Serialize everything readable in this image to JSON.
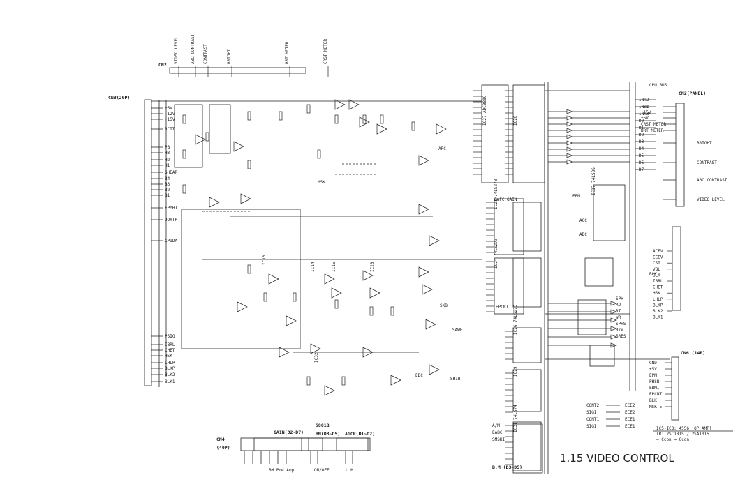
{
  "title": "1.15  VIDEO CONTROL",
  "connectors": {
    "cn3": "CN3(20P)",
    "cn2_top": "CN2",
    "cn2_panel": "CN2(PANEL)",
    "cn4_bottom": "CN4",
    "cn4_bottom_pins": "(40P)",
    "cn6": "CN6 (14P)",
    "cpu_bus": "CPU BUS"
  },
  "top_labels": [
    "VIDEO LEVEL",
    "ABC CONTRAST",
    "CONTRAST",
    "BRIGHT",
    "BRT METER",
    "CRST METER"
  ],
  "cn3_pins": [
    "+5V",
    "-12V",
    "+15V",
    "RCIT",
    "PB",
    "H3",
    "H2",
    "H1",
    "SHEAR",
    "B4",
    "B3",
    "B2",
    "B1",
    "EPMHT",
    "DOYTR",
    "CPIDA",
    "PSIG",
    "IBRL",
    "CHET",
    "HSK",
    "LHLP",
    "BLKP",
    "BLK2",
    "BLK1"
  ],
  "cn2_panel_pins": [
    "+5V",
    "+15V",
    "+5V",
    "CRST METER",
    "BRT METER",
    "BRIGHT",
    "CONTRAST",
    "ABC CONTRAST",
    "VIDEO LEVEL"
  ],
  "bus_signals_right": [
    "INT2",
    "INT1",
    "INT3",
    "D0",
    "D1",
    "D2",
    "D3",
    "D4",
    "D5",
    "D6",
    "D7"
  ],
  "right_signals": [
    "ACEV",
    "ECEV",
    "CST",
    "VBL",
    "BLK",
    "IBRL",
    "CHET",
    "HSK",
    "LHLP",
    "BLKP",
    "BLK2",
    "BLK1"
  ],
  "right_signals2": [
    "SPH",
    "RD",
    "RT",
    "WR",
    "SPHS",
    "R/W",
    "SRES"
  ],
  "cn6_pins": [
    "GND",
    "+5V",
    "EPM",
    "PHSB",
    "EBMI",
    "EPCNT",
    "BLK",
    "MSK-E"
  ],
  "ic_labels": [
    "IC21 74LS273",
    "IC27 ADC0809",
    "IC28",
    "IC24 74LS273",
    "IC26 74LS273",
    "IC29",
    "IC31 74LS74",
    "IC32",
    "IC13",
    "IC14",
    "IC15",
    "IC20",
    "IC17 74LS86"
  ],
  "bottom_labels": {
    "gain": "GAIN(D2~D7)",
    "bm": "BM(D3~D5)",
    "agcr": "AGCR(D1~D2)",
    "s801b": "S801B",
    "bm_left": "BM  Pre Amp",
    "on_off": "ON/OFF",
    "l_h": "L  H",
    "bm_ds": "B.M (D3~D5)",
    "am": "A/M",
    "eabc": "EABC",
    "smski": "SMSKI"
  },
  "left_bottom_signals": [
    "ECE2",
    "ECE2",
    "ECE1",
    "ECE1"
  ],
  "left_bottom_labels": [
    "CONT2",
    "SIGI",
    "CONT1",
    "SIGI"
  ],
  "misc_labels": [
    "EAFC GAIN",
    "MSK",
    "AFC",
    "EPCNT",
    "EDC",
    "SKB",
    "AGC",
    "ADC",
    "EPM",
    "BLK",
    "SHIB",
    "SAWE"
  ],
  "legend": [
    "IC5-IC8: 4556 (OP AMP)",
    "TR: 2SC1815 / 2SA1015",
    "→ Ccon    → Ccon"
  ]
}
